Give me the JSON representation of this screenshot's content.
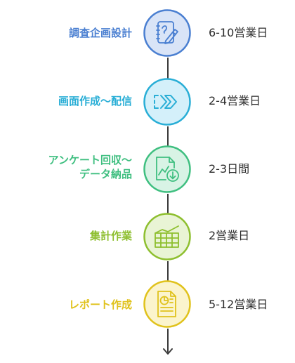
{
  "steps": [
    {
      "label": "調査企画設計",
      "duration": "6-10営業日",
      "color": "#4a7fd1",
      "fill": "#d9e4f7",
      "icon": "survey-plan-icon"
    },
    {
      "label": "画面作成～配信",
      "duration": "2-4営業日",
      "color": "#29aed6",
      "fill": "#d4f0fa",
      "icon": "double-chevron-icon"
    },
    {
      "label_lines": [
        "アンケート回収～",
        "データ納品"
      ],
      "duration": "2-3日間",
      "color": "#3fbf80",
      "fill": "#d8f3e5",
      "icon": "chart-download-icon"
    },
    {
      "label": "集計作業",
      "duration": "2営業日",
      "color": "#8ebf2f",
      "fill": "#e9f4d5",
      "icon": "spreadsheet-chart-icon"
    },
    {
      "label": "レポート作成",
      "duration": "5-12営業日",
      "color": "#e0c21c",
      "fill": "#fbf4cd",
      "icon": "report-document-icon"
    }
  ]
}
